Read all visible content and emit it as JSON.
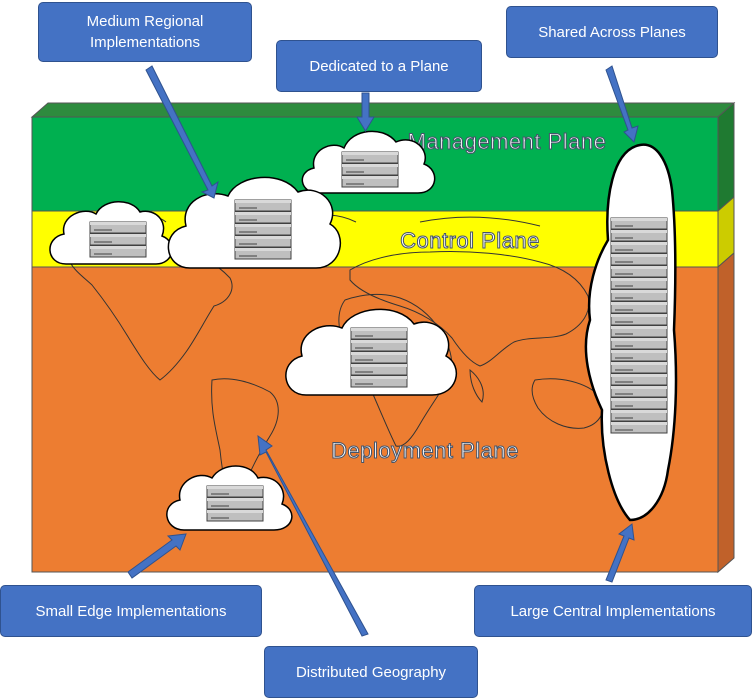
{
  "planes": {
    "management": {
      "label": "Management Plane",
      "color": "#00b050"
    },
    "control": {
      "label": "Control Plane",
      "color": "#ffff00"
    },
    "deployment": {
      "label": "Deployment Plane",
      "color": "#ed7d31"
    }
  },
  "callouts": {
    "medium_regional": "Medium Regional Implementations",
    "dedicated": "Dedicated to a Plane",
    "shared": "Shared Across Planes",
    "small_edge": "Small Edge Implementations",
    "distributed": "Distributed Geography",
    "large_central": "Large Central Implementations"
  },
  "colors": {
    "callout_fill": "#4472c4",
    "callout_border": "#2f528f",
    "arrow": "#4472c4",
    "server": "#bfbfbf"
  },
  "icons": {
    "cloud": "cloud-icon",
    "server": "server-stack-icon",
    "map": "world-map-icon"
  }
}
